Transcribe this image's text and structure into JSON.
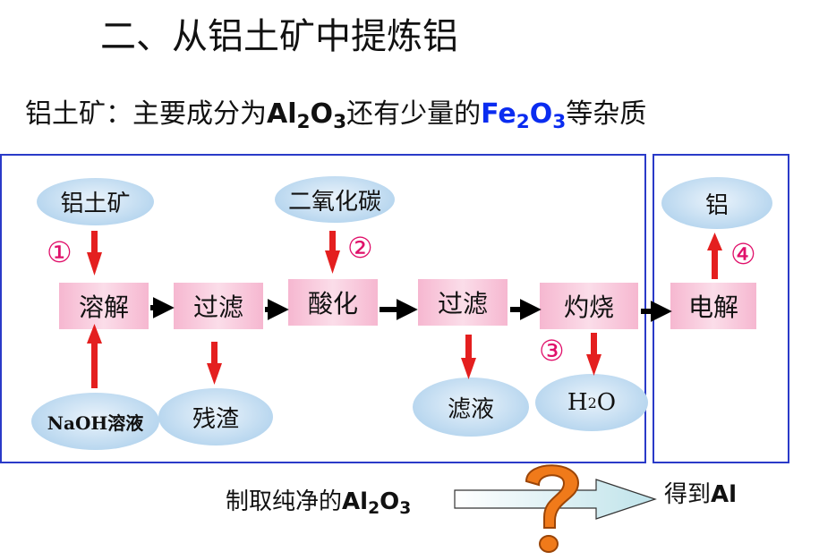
{
  "title": "二、从铝土矿中提炼铝",
  "intro": {
    "prefix": "铝土矿：主要成分为",
    "formula1": {
      "a": "Al",
      "sub": "2",
      "b": "O",
      "sub2": "3"
    },
    "middle": "还有少量的",
    "formula2": {
      "a": "Fe",
      "sub": "2",
      "b": "O",
      "sub2": "3"
    },
    "suffix": "等杂质"
  },
  "inputs": {
    "bauxite": "铝土矿",
    "co2": "二氧化碳",
    "naoh": "NaOH溶液"
  },
  "steps": {
    "dissolve": "溶解",
    "filter1": "过滤",
    "acidify": "酸化",
    "filter2": "过滤",
    "calcine": "灼烧",
    "electrolyze": "电解"
  },
  "outputs": {
    "residue": "残渣",
    "filtrate": "滤液",
    "water": {
      "a": "H",
      "sub": "2",
      "b": "O"
    },
    "aluminum": "铝"
  },
  "markers": {
    "m1": "①",
    "m2": "②",
    "m3": "③",
    "m4": "④"
  },
  "bottom": {
    "left_prefix": "制取纯净的",
    "formula": {
      "a": "Al",
      "sub": "2",
      "b": "O",
      "sub2": "3"
    },
    "right_prefix": "得到",
    "right_formula": "Al"
  },
  "colors": {
    "frame": "#2a3ac8",
    "arrow_red": "#e41f1f",
    "marker": "#e0106a",
    "formula_blue": "#0a2cf0",
    "question_mark": "#f07a1a"
  },
  "icons": {
    "question": "question-mark-icon"
  }
}
